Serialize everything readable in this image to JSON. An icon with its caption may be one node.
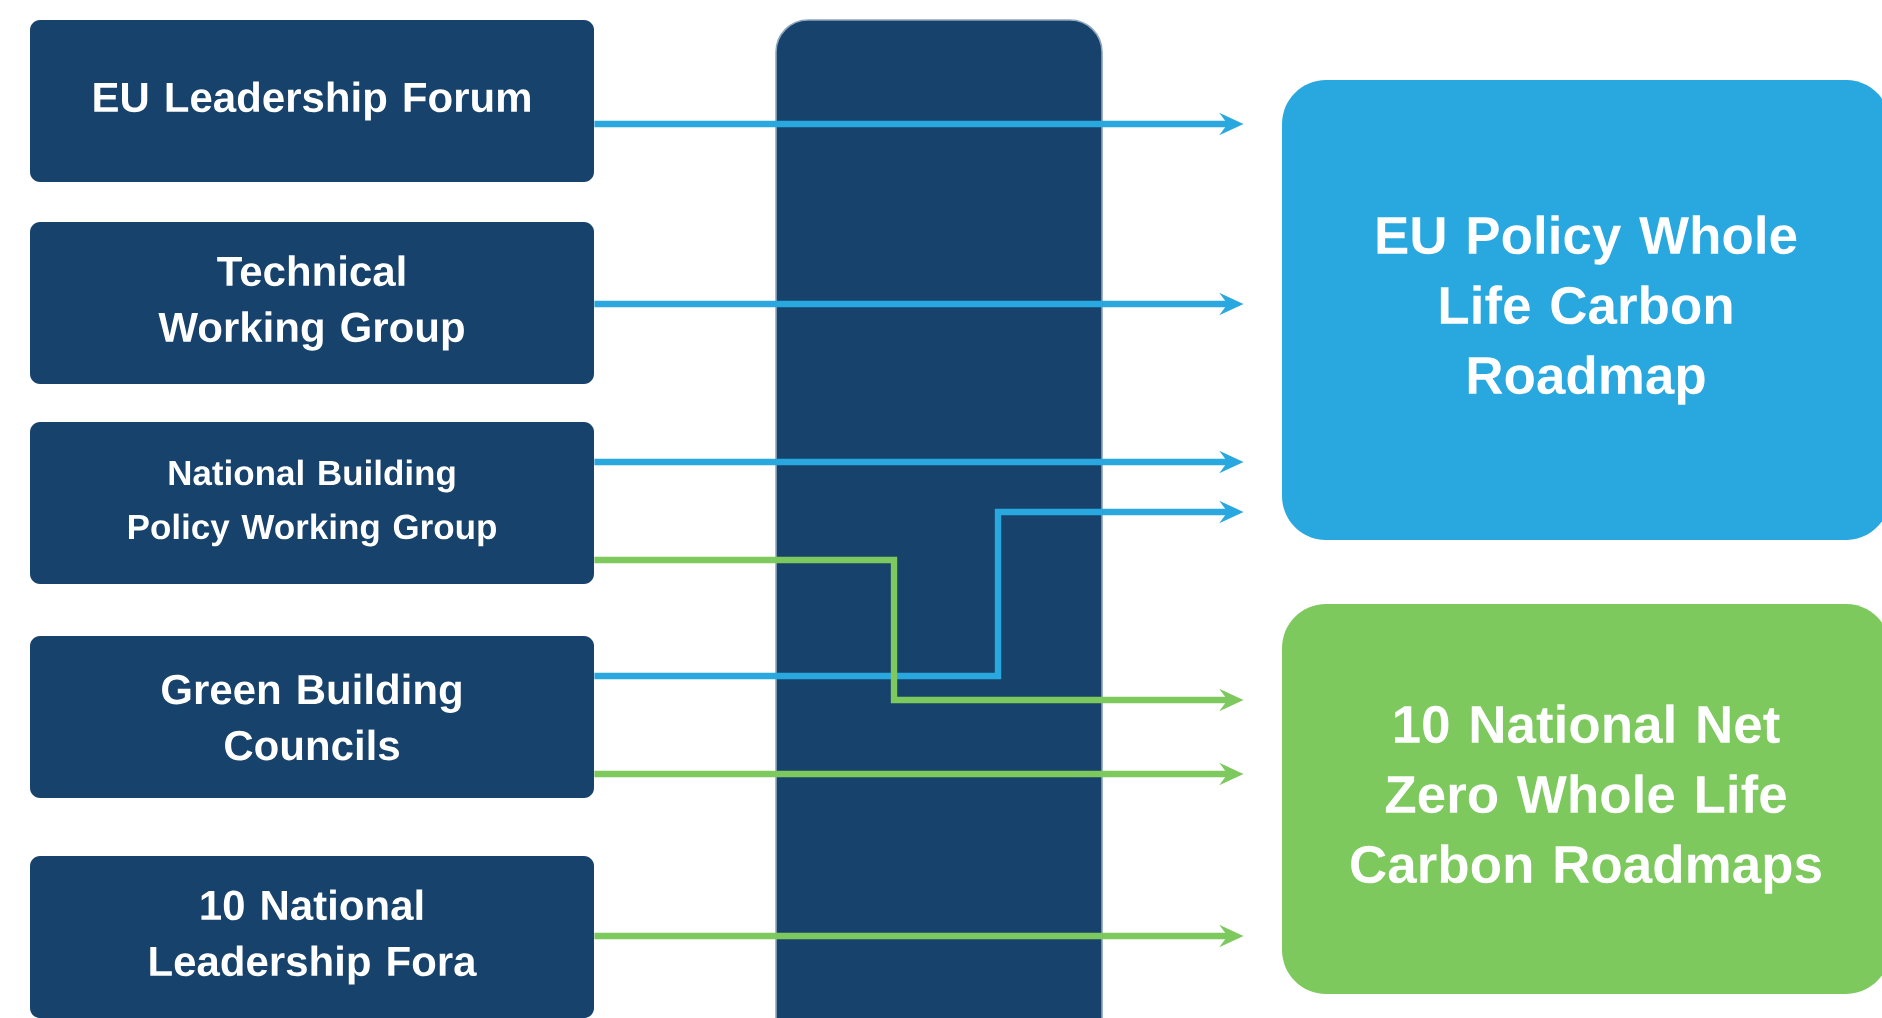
{
  "diagram": {
    "nodes": [
      {
        "text": [
          "EU Leadership Forum"
        ]
      },
      {
        "text": [
          "Technical Working Group"
        ]
      },
      {
        "text": [
          "National Building Policy Working Group"
        ]
      },
      {
        "text": [
          "Green Building Councils"
        ]
      },
      {
        "text": [
          "10 National Leadership Fora"
        ]
      },
      {
        "text": [
          "EU Policy Whole Life Carbon Roadmap"
        ]
      },
      {
        "text": [
          "10 National Net Zero Whole Life Carbon Roadmaps"
        ]
      }
    ],
    "edges": [
      {
        "from": 0,
        "to": 5,
        "arrow": "to"
      },
      {
        "from": 1,
        "to": 5,
        "arrow": "to"
      },
      {
        "from": 2,
        "to": 5,
        "arrow": "to"
      },
      {
        "from": 3,
        "to": 5,
        "arrow": "to"
      },
      {
        "from": 2,
        "to": 6,
        "arrow": "to",
        "color": "#7dc95e"
      },
      {
        "from": 3,
        "to": 6,
        "arrow": "to",
        "color": "#7dc95e"
      },
      {
        "from": 4,
        "to": 6,
        "arrow": "to",
        "color": "#7dc95e"
      }
    ]
  }
}
